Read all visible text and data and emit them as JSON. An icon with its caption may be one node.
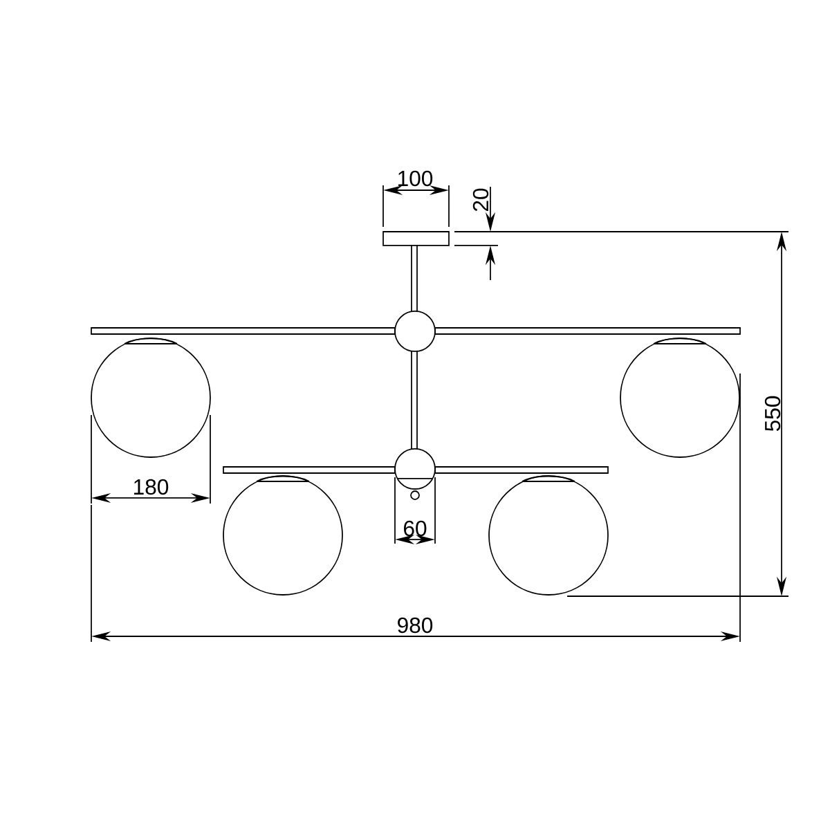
{
  "diagram": {
    "labels": [
      "100",
      "20",
      "550",
      "180",
      "60",
      "980"
    ]
  }
}
